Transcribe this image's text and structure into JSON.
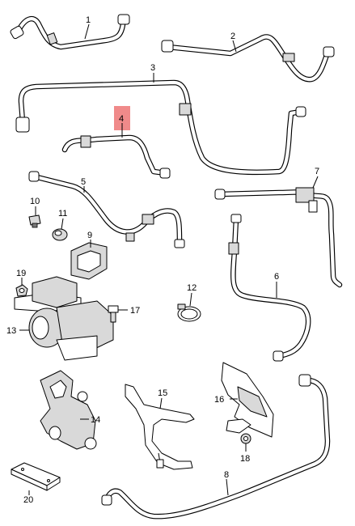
{
  "callouts": [
    {
      "id": "1",
      "label": "1"
    },
    {
      "id": "2",
      "label": "2"
    },
    {
      "id": "3",
      "label": "3"
    },
    {
      "id": "4",
      "label": "4",
      "highlighted": true
    },
    {
      "id": "5",
      "label": "5"
    },
    {
      "id": "6",
      "label": "6"
    },
    {
      "id": "7",
      "label": "7"
    },
    {
      "id": "8",
      "label": "8"
    },
    {
      "id": "9",
      "label": "9"
    },
    {
      "id": "10",
      "label": "10"
    },
    {
      "id": "11",
      "label": "11"
    },
    {
      "id": "12",
      "label": "12"
    },
    {
      "id": "13",
      "label": "13"
    },
    {
      "id": "14",
      "label": "14"
    },
    {
      "id": "15",
      "label": "15"
    },
    {
      "id": "16",
      "label": "16"
    },
    {
      "id": "17",
      "label": "17"
    },
    {
      "id": "18",
      "label": "18"
    },
    {
      "id": "19",
      "label": "19"
    },
    {
      "id": "20",
      "label": "20"
    }
  ],
  "colors": {
    "highlight": "#f08a8a",
    "line": "#000000",
    "background": "#ffffff"
  }
}
